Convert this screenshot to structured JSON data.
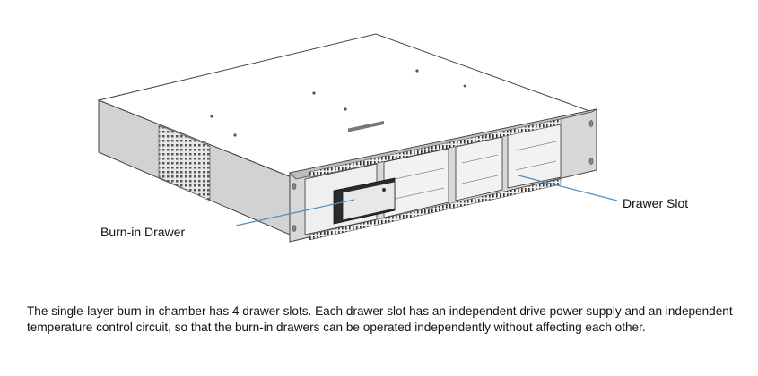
{
  "labels": {
    "drawer_slot": "Drawer Slot",
    "burnin_drawer": "Burn-in Drawer"
  },
  "caption": "The single-layer burn-in chamber has 4 drawer slots. Each drawer slot has an independent drive power supply and an independent temperature control circuit, so that the burn-in drawers can be operated independently without affecting each other.",
  "colors": {
    "leader_line": "#4a90c8",
    "chassis_outline": "#444444",
    "front_panel": "#d9d9d9",
    "side_face": "#cfcfcf"
  },
  "icons": {
    "chassis": "rack-chassis-illustration",
    "vent": "vent-grille-icon"
  }
}
